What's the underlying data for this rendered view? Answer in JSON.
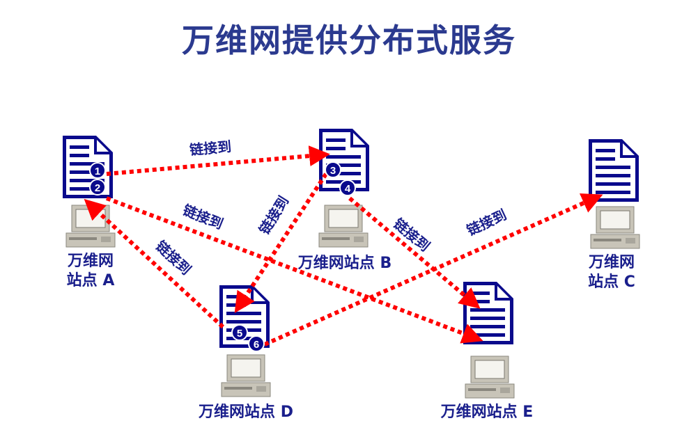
{
  "title": "万维网提供分布式服务",
  "sites": {
    "a": {
      "line1": "万维网",
      "line2": "站点 A"
    },
    "b": {
      "label": "万维网站点 B"
    },
    "c": {
      "line1": "万维网",
      "line2": "站点 C"
    },
    "d": {
      "label": "万维网站点 D"
    },
    "e": {
      "label": "万维网站点 E"
    }
  },
  "link_label": "链接到",
  "markers": [
    "1",
    "2",
    "3",
    "4",
    "5",
    "6"
  ],
  "colors": {
    "doc": "#0a0a8c",
    "arrow": "#ff0000",
    "text": "#1a1f8c",
    "title": "#2b3a8f",
    "pc": "#c8c4b8"
  }
}
